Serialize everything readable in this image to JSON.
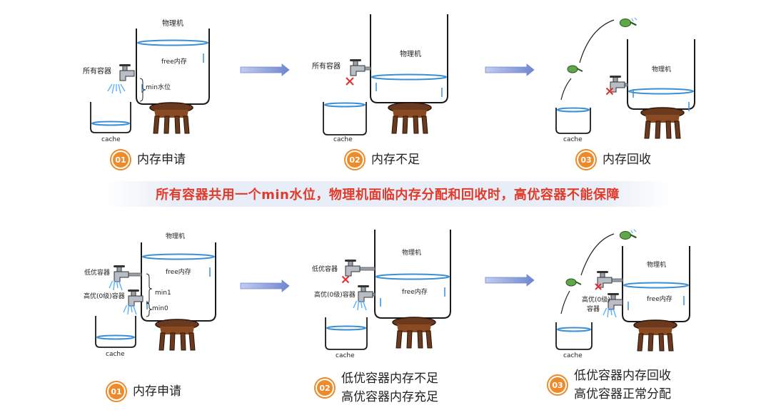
{
  "colors": {
    "accent": "#ee8a2a",
    "headline": "#e23a2a",
    "water": "#3a8fd6",
    "arrow": "#7a8fd4",
    "wood": "#6b3a1e",
    "cross": "#e03030",
    "scoop": "#5fa84a"
  },
  "headline": "所有容器共用一个min水位，物理机面临内存分配和回收时，高优容器不能保障",
  "labels": {
    "physical_machine": "物理机",
    "free_memory": "free内存",
    "cache": "cache",
    "all_containers": "所有容器",
    "min_watermark": "min水位",
    "low_priority_container": "低优容器",
    "high_priority_container": "高优(0级)容器",
    "high_priority_line1": "高优(0级)",
    "high_priority_line2": "容器",
    "min1": "min1",
    "min0": "min0"
  },
  "top_steps": [
    {
      "num": "01",
      "text": "内存申请"
    },
    {
      "num": "02",
      "text": "内存不足"
    },
    {
      "num": "03",
      "text": "内存回收"
    }
  ],
  "bottom_steps": [
    {
      "num": "01",
      "lines": [
        "内存申请"
      ]
    },
    {
      "num": "02",
      "lines": [
        "低优容器内存不足",
        "高优容器内存充足"
      ]
    },
    {
      "num": "03",
      "lines": [
        "低优容器内存回收",
        "高优容器正常分配"
      ]
    }
  ],
  "icons": [
    "faucet-icon",
    "cross-icon",
    "water-scoop-icon",
    "arrow-right-icon",
    "tank-icon",
    "stool-icon"
  ]
}
